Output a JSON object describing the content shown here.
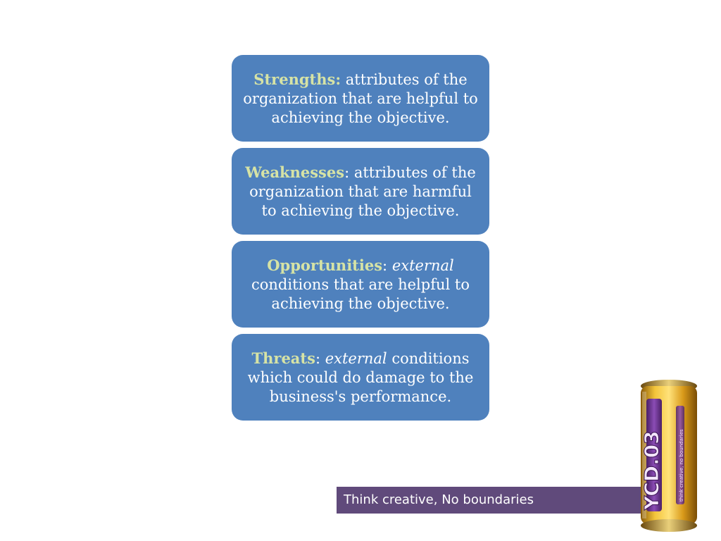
{
  "cards": [
    {
      "term": "Strengths",
      "colon": ":",
      "pre": " ",
      "emphasis": "",
      "rest": "attributes of the organization that are helpful to achieving the objective."
    },
    {
      "term": "Weaknesses",
      "colon": ":",
      "pre": " ",
      "emphasis": "",
      "rest": "attributes of the organization that are harmful to achieving the objective."
    },
    {
      "term": "Opportunities",
      "colon": ":",
      "pre": " ",
      "emphasis": "external",
      "rest": " conditions that are helpful to achieving the objective."
    },
    {
      "term": "Threats",
      "colon": ":",
      "pre": " ",
      "emphasis": "external",
      "rest": " conditions which could do damage to the business's performance."
    }
  ],
  "banner": {
    "text": "Think creative, No boundaries"
  },
  "product": {
    "brand_text": "YCD.03",
    "tagline": "think creative, no boundaries"
  },
  "colors": {
    "card_bg": "#4f81bd",
    "term_color": "#d6e3a5",
    "banner_bg": "#604a7b",
    "can_gold": "#e0a51f",
    "can_purple": "#7b3f9e"
  }
}
